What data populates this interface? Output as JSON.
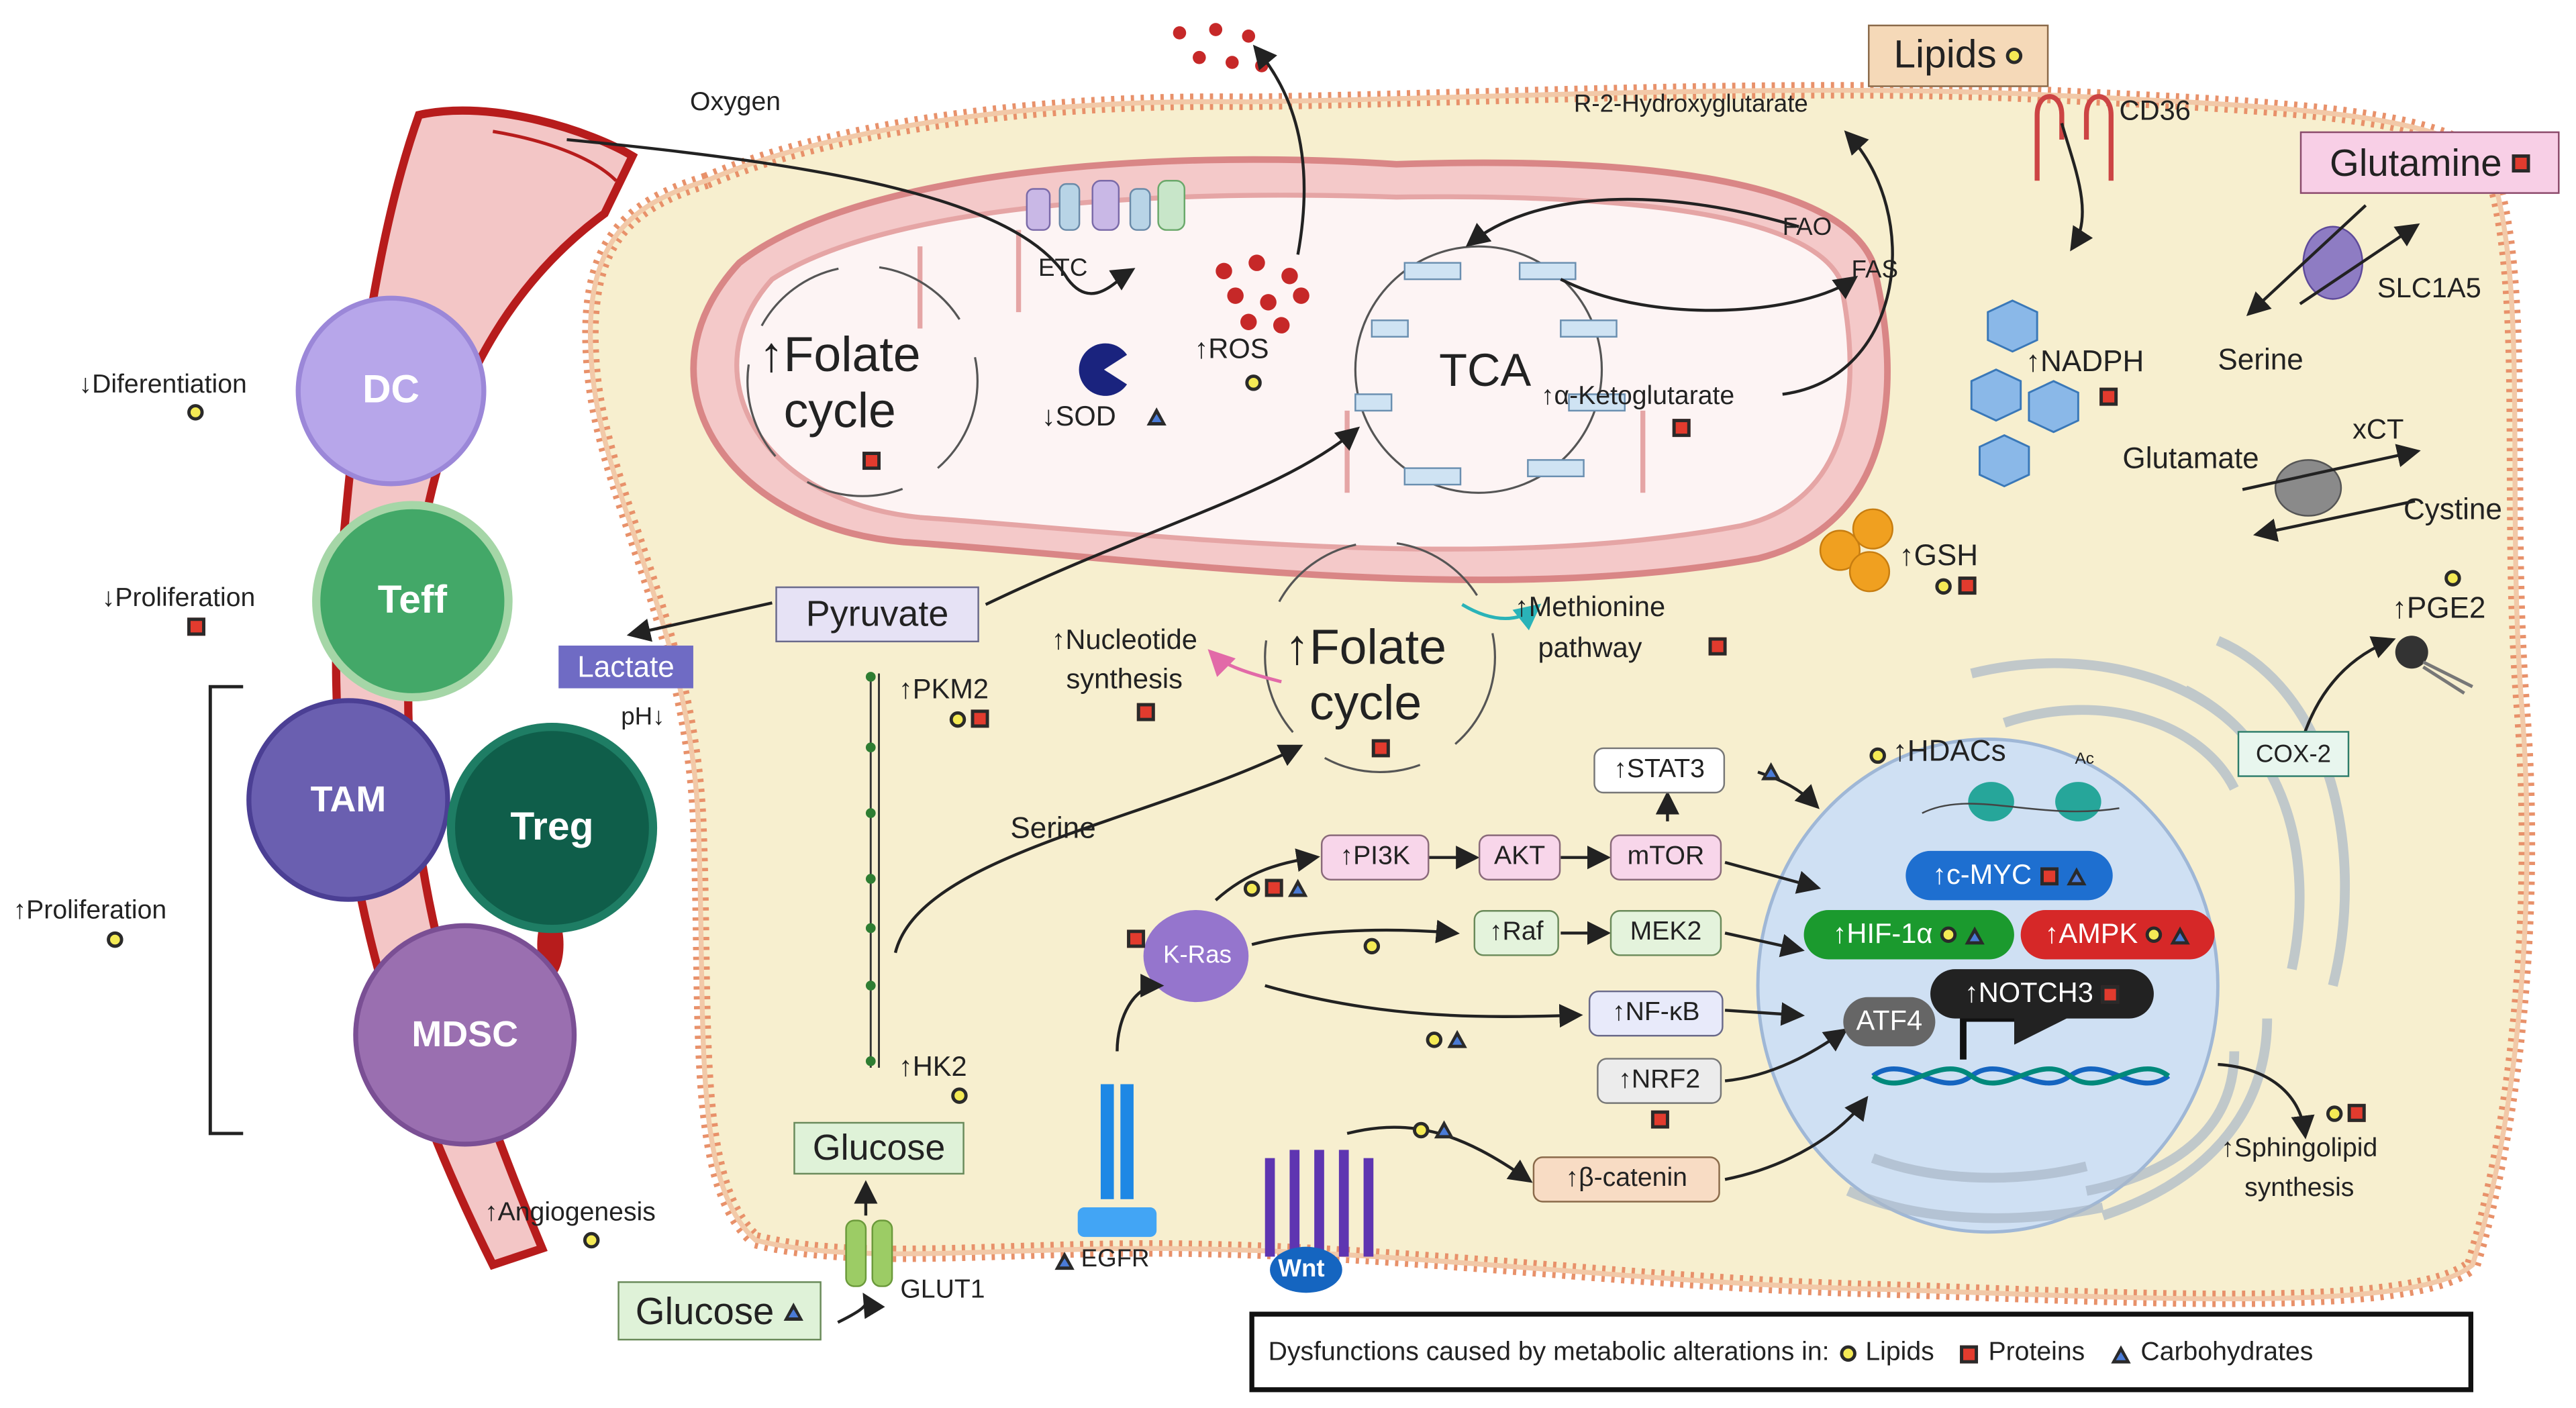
{
  "immune": {
    "dc": "DC",
    "teff": "Teff",
    "tam": "TAM",
    "treg": "Treg",
    "mdsc": "MDSC",
    "differentiation": "↓Diferentiation",
    "proliferation_down": "↓Proliferation",
    "proliferation_up": "↑Proliferation",
    "angiogenesis": "↑Angiogenesis"
  },
  "extracellular": {
    "oxygen": "Oxygen",
    "r2hg": "R-2-Hydroxyglutarate",
    "lipids": "Lipids",
    "cd36": "CD36",
    "glutamine": "Glutamine",
    "slc1a5": "SLC1A5",
    "serine": "Serine",
    "xct": "xCT",
    "glutamate": "Glutamate",
    "cystine": "Cystine",
    "pge2": "↑PGE2",
    "glucose_out": "Glucose",
    "glut1": "GLUT1",
    "egfr": "EGFR",
    "wnt": "Wnt"
  },
  "mitochondrion": {
    "etc": "ETC",
    "folate_cycle": "↑Folate\ncycle",
    "sod": "↓SOD",
    "ros": "↑ROS",
    "tca": "TCA",
    "akg": "↑α-Ketoglutarate",
    "fao": "FAO",
    "fas": "FAS"
  },
  "cytoplasm": {
    "nadph": "↑NADPH",
    "gsh": "↑GSH",
    "pyruvate": "Pyruvate",
    "lactate": "Lactate",
    "ph": "pH↓",
    "pkm2": "↑PKM2",
    "hk2": "↑HK2",
    "glucose_in": "Glucose",
    "serine": "Serine",
    "nucleotide": "↑Nucleotide\nsynthesis",
    "folate_cycle": "↑Folate\ncycle",
    "methionine": "↑Methionine\npathway",
    "kras": "K-Ras",
    "pi3k": "↑PI3K",
    "akt": "AKT",
    "mtor": "mTOR",
    "stat3": "↑STAT3",
    "raf": "↑Raf",
    "mek2": "MEK2",
    "nfkb": "↑NF-κB",
    "nrf2": "↑NRF2",
    "bcatenin": "↑β-catenin",
    "cox2": "COX-2",
    "sphingolipid": "↑Sphingolipid\nsynthesis"
  },
  "nucleus": {
    "hdacs": "↑HDACs",
    "ac": "Ac",
    "cmyc": "↑c-MYC",
    "hif1a": "↑HIF-1α",
    "ampk": "↑AMPK",
    "notch3": "↑NOTCH3",
    "atf4": "ATF4"
  },
  "legend": {
    "prefix": "Dysfunctions caused by metabolic alterations in:",
    "lipids": "Lipids",
    "proteins": "Proteins",
    "carbohydrates": "Carbohydrates"
  },
  "colors": {
    "lipid": "#f4ea55",
    "protein": "#e23b2e",
    "carbohydrate": "#4a7bd6",
    "cell_fill": "#f7efcf",
    "membrane": "#e8916a",
    "mito_outer": "#e9a3a3",
    "nucleus": "#cfe0f3",
    "vessel": "#b71c1c"
  }
}
